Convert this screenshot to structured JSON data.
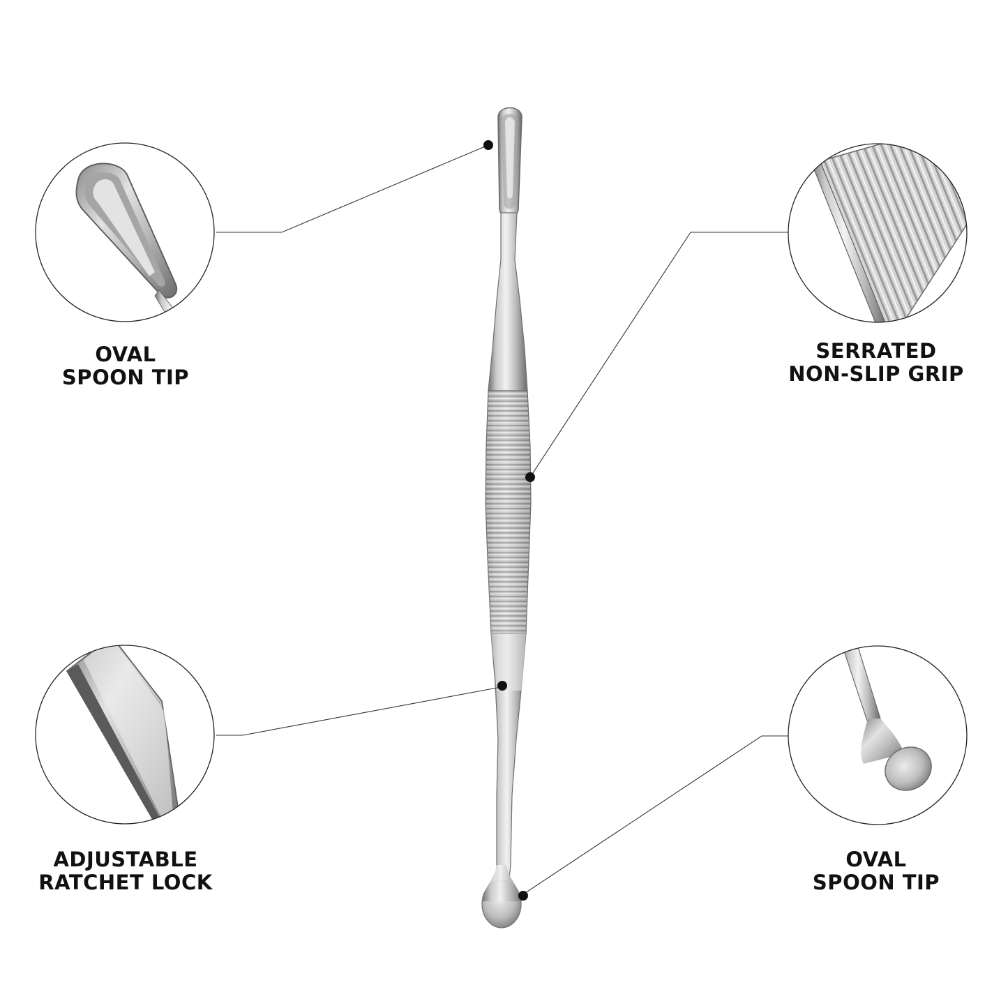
{
  "callouts": {
    "top_left": {
      "line1": "OVAL",
      "line2": "SPOON TIP"
    },
    "top_right": {
      "line1": "SERRATED",
      "line2": "NON-SLIP GRIP"
    },
    "bottom_left": {
      "line1": "ADJUSTABLE",
      "line2": "RATCHET LOCK"
    },
    "bottom_right": {
      "line1": "OVAL",
      "line2": "SPOON TIP"
    }
  },
  "colors": {
    "background": "#ffffff",
    "text": "#111111",
    "lines": "#333333",
    "steel_light": "#e6e6e6",
    "steel_mid": "#b4b4b4",
    "steel_dark": "#6e6e6e"
  }
}
